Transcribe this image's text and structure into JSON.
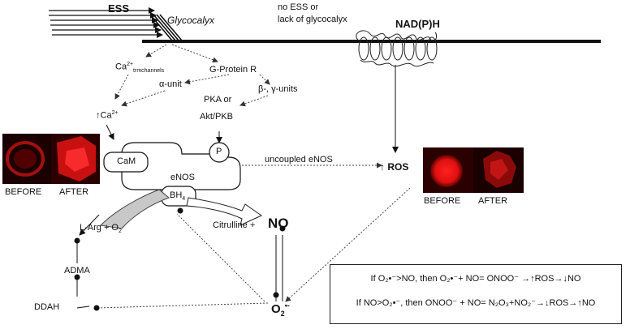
{
  "labels": {
    "ess": "ESS",
    "glycocalyx": "Glycocalyx",
    "no_ess_line1": "no ESS or",
    "no_ess_line2": "lack of glycocalyx",
    "nadph": "NAD(P)H",
    "ca_channels_main": "Ca",
    "ca_channels_sup": "2+",
    "ca_channels_sub": "trmchannels",
    "g_protein": "G-Protein R",
    "alpha_unit": "α-unit",
    "beta_gamma": "β-, γ-units",
    "pka_or": "PKA or",
    "akt_pkb": "Akt/PKB",
    "ca2_arrow": "↑",
    "ca2_main": "Ca",
    "ca2_sup": "2+",
    "cam": "CaM",
    "p": "P",
    "enos": "eNOS",
    "bh4_main": "BH",
    "bh4_sub": "4",
    "uncoupled": "uncoupled eNOS",
    "ros_arrow": "↑",
    "ros": "ROS",
    "larg": "L-Arg + O",
    "larg_sub": "2",
    "citrulline": "Citrulline +",
    "no": "NO",
    "adma": "ADMA",
    "ddah": "DDAH",
    "o2_main": "O",
    "o2_sub": "2",
    "o2_sup": "•-"
  },
  "photos_left": {
    "before": "BEFORE",
    "after": "AFTER"
  },
  "photos_right": {
    "before": "BEFORE",
    "after": "AFTER"
  },
  "info_box": {
    "line1": "If O₂•⁻>NO, then O₂•⁻+ NO= ONOO⁻ →↑ROS→↓NO",
    "line2": "If NO>O₂•⁻, then ONOO⁻ + NO= N₂O₃+NO₂⁻→↓ROS→↑NO"
  },
  "colors": {
    "line": "#111111",
    "dotted": "#555555",
    "arrow_fill": "#cccccc",
    "fluor_red": "#e01010",
    "photo_bg": "#1a0000"
  },
  "icons": [
    "flow-arrows",
    "membrane-line",
    "glycocalyx-strands",
    "nadph-transmembrane-helices",
    "shear-arrow"
  ]
}
